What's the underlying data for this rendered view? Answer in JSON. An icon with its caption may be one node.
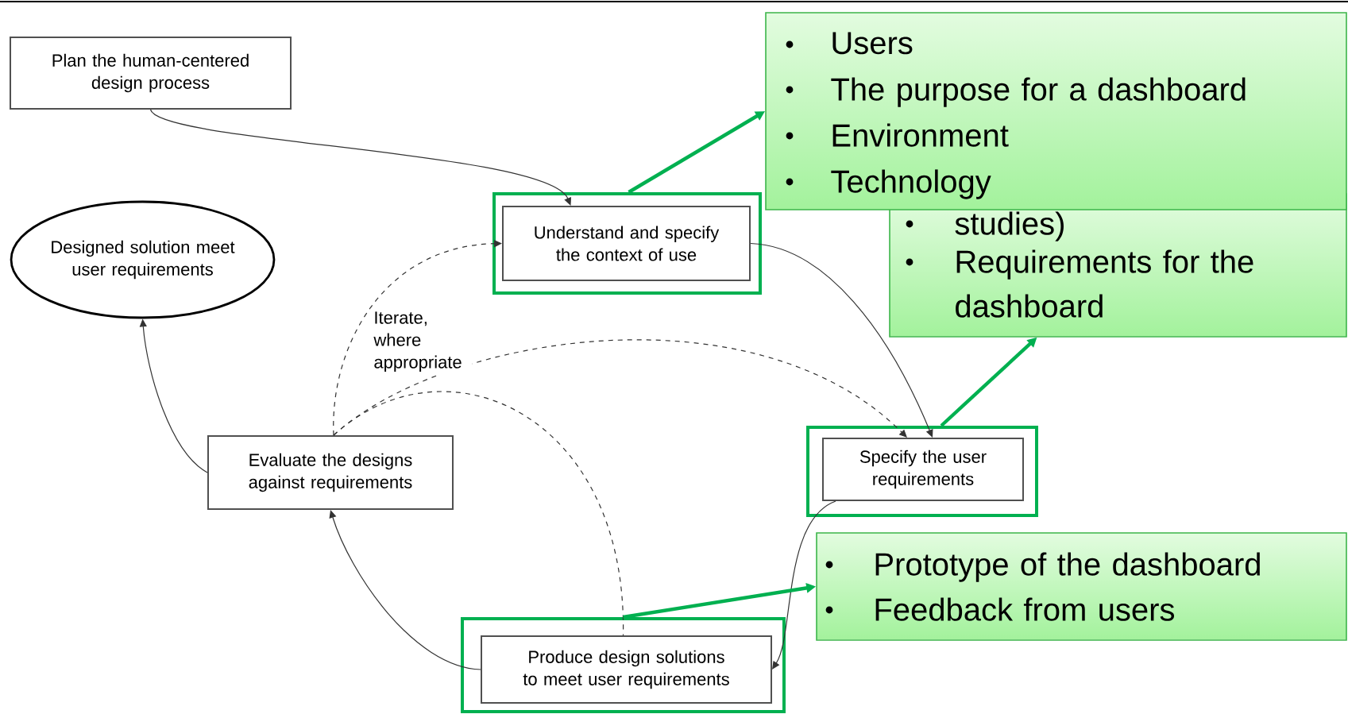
{
  "diagram": {
    "nodes": [
      {
        "text": [
          "Plan the human-centered design process"
        ]
      },
      {
        "text": [
          "Designed solution meet user requirements"
        ]
      },
      {
        "text": [],
        "shape": "box"
      },
      {
        "text": [
          "Understand and specify the context of use"
        ],
        "in": 2
      },
      {
        "text": [],
        "shape": "box"
      },
      {
        "text": [
          "Specify the user requirements"
        ],
        "in": 4
      },
      {
        "text": [],
        "shape": "box"
      },
      {
        "text": [
          "Produce design solutions to meet user requirements"
        ],
        "in": 6
      },
      {
        "text": [
          "Evaluate the designs against requirements"
        ]
      },
      {
        "text": [
          "studies)",
          "Requirements for the dashboard"
        ]
      },
      {
        "text": [
          "Users",
          "The purpose for a dashboard",
          "Environment",
          "Technology"
        ]
      },
      {
        "text": [
          "Prototype of the dashboard",
          "Feedback from users"
        ]
      }
    ],
    "edges": [
      {
        "from": 0,
        "to": 3,
        "arrow": "to"
      },
      {
        "from": 3,
        "to": 5,
        "arrow": "to"
      },
      {
        "from": 5,
        "to": 7,
        "arrow": "to"
      },
      {
        "from": 7,
        "to": 8,
        "arrow": "to"
      },
      {
        "from": 8,
        "to": 1,
        "arrow": "to"
      },
      {
        "from": 8,
        "to": 3,
        "arrow": "to",
        "style": "dashed"
      },
      {
        "from": 8,
        "to": 5,
        "arrow": "to",
        "style": "dashed"
      },
      {
        "from": 8,
        "to": 7,
        "arrow": "none",
        "style": "dashed"
      },
      {
        "from": 2,
        "to": 10,
        "arrow": "to",
        "style": "thick",
        "color": "#00b050"
      },
      {
        "from": 4,
        "to": 9,
        "arrow": "to",
        "style": "thick",
        "color": "#00b050"
      },
      {
        "from": 6,
        "to": 11,
        "arrow": "to",
        "style": "thick",
        "color": "#00b050"
      }
    ],
    "labels": [
      "Iterate, where appropriate"
    ]
  }
}
